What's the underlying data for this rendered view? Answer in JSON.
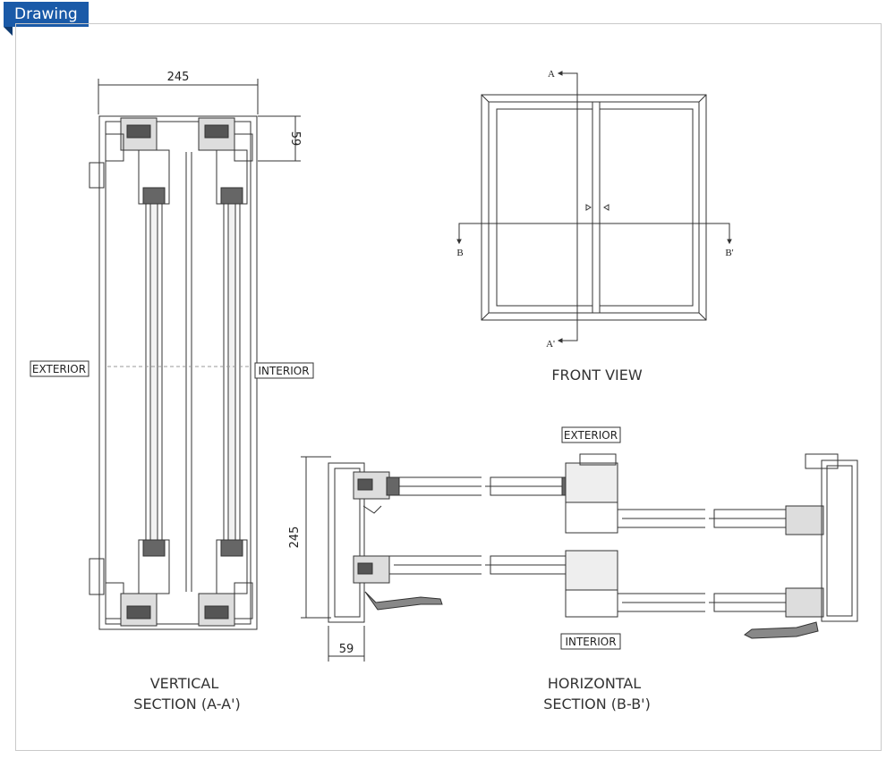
{
  "header": {
    "tab_label": "Drawing"
  },
  "vertical_section": {
    "width_dim": "245",
    "height_dim": "59",
    "exterior_label": "EXTERIOR",
    "interior_label": "INTERIOR",
    "caption_line1": "VERTICAL",
    "caption_line2": "SECTION (A-A')"
  },
  "front_view": {
    "marker_a": "A",
    "marker_a_prime": "A'",
    "marker_b": "B",
    "marker_b_prime": "B'",
    "caption": "FRONT VIEW"
  },
  "horizontal_section": {
    "exterior_label": "EXTERIOR",
    "interior_label": "INTERIOR",
    "height_dim": "245",
    "width_dim": "59",
    "caption_line1": "HORIZONTAL",
    "caption_line2": "SECTION (B-B')"
  },
  "colors": {
    "tab": "#1a5aa8",
    "line": "#333333",
    "frame": "#c9c9c9"
  }
}
